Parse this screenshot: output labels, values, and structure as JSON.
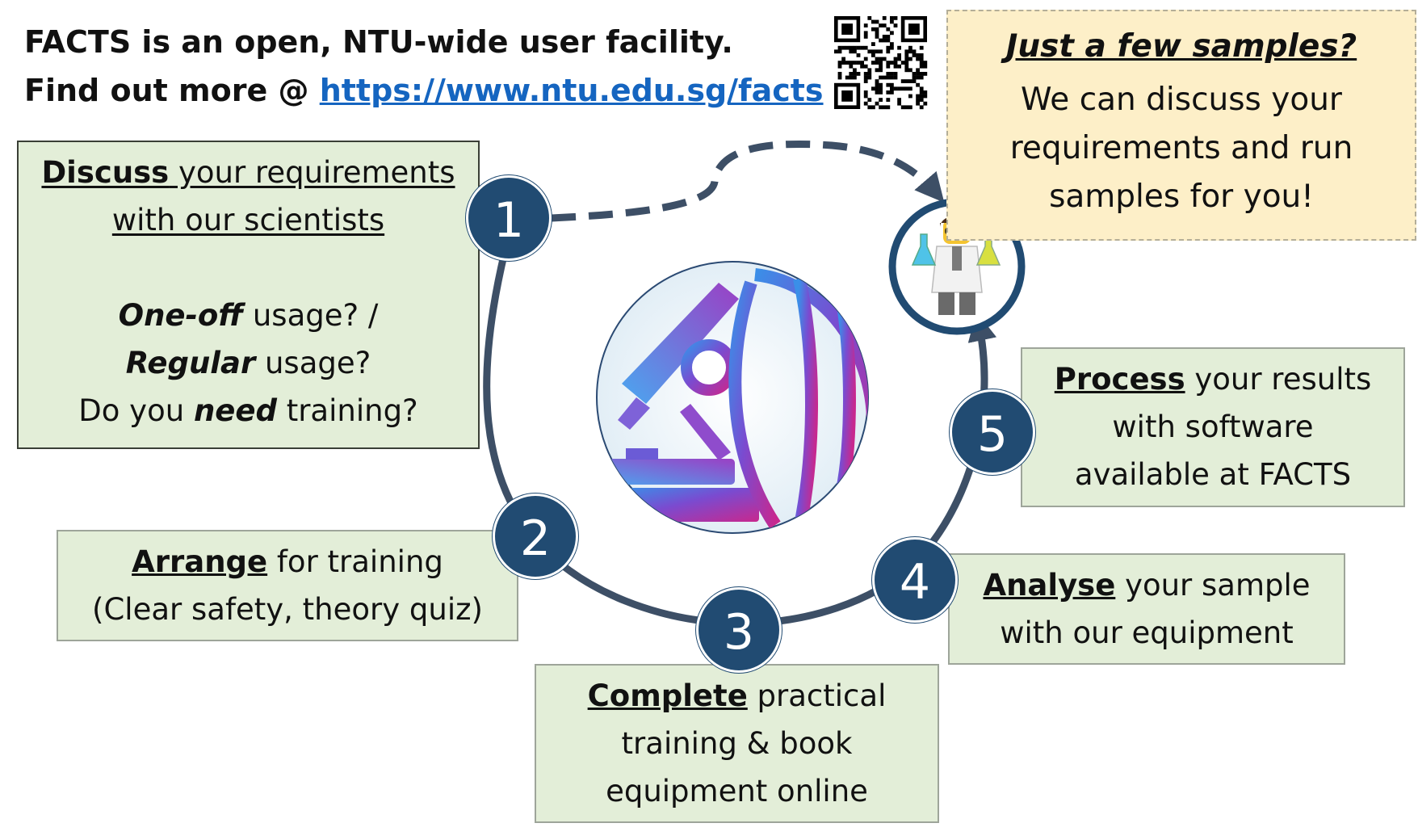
{
  "header": {
    "line1": "FACTS is an open, NTU-wide user facility.",
    "line2_prefix": "Find out more @ ",
    "link": "https://www.ntu.edu.sg/facts"
  },
  "icons": {
    "qr": "qr-code-icon",
    "logo": "microscope-globe-logo",
    "scientist": "scientist-figure-icon"
  },
  "colors": {
    "badge": "#214b72",
    "ring": "#3d4f66",
    "box_fill": "#e3eed8",
    "note_fill": "#fdefc8",
    "link": "#1565c0"
  },
  "steps": [
    {
      "number": "1",
      "keyword": "Discuss",
      "rest1": " your requirements",
      "line2": " with our scientists"
    },
    {
      "number": "2",
      "keyword": "Arrange",
      "rest1": " for training",
      "line2": "(Clear safety, theory quiz)"
    },
    {
      "number": "3",
      "keyword": "Complete",
      "rest1": " practical",
      "line2": "training & book",
      "line3": "equipment online"
    },
    {
      "number": "4",
      "keyword": "Analyse",
      "rest1": " your sample",
      "line2": "with our equipment"
    },
    {
      "number": "5",
      "keyword": "Process",
      "rest1": " your results",
      "line2": "with software",
      "line3": "available at FACTS"
    }
  ],
  "questions": {
    "q1_em": "One-off",
    "q1_rest": " usage? /",
    "q2_em": "Regular",
    "q2_rest": " usage?",
    "q3_pre": "Do you ",
    "q3_em": "need",
    "q3_rest": " training?"
  },
  "note": {
    "title": "Just a few samples?",
    "line1": "We can discuss your",
    "line2": "requirements and run",
    "line3": "samples for you!"
  }
}
